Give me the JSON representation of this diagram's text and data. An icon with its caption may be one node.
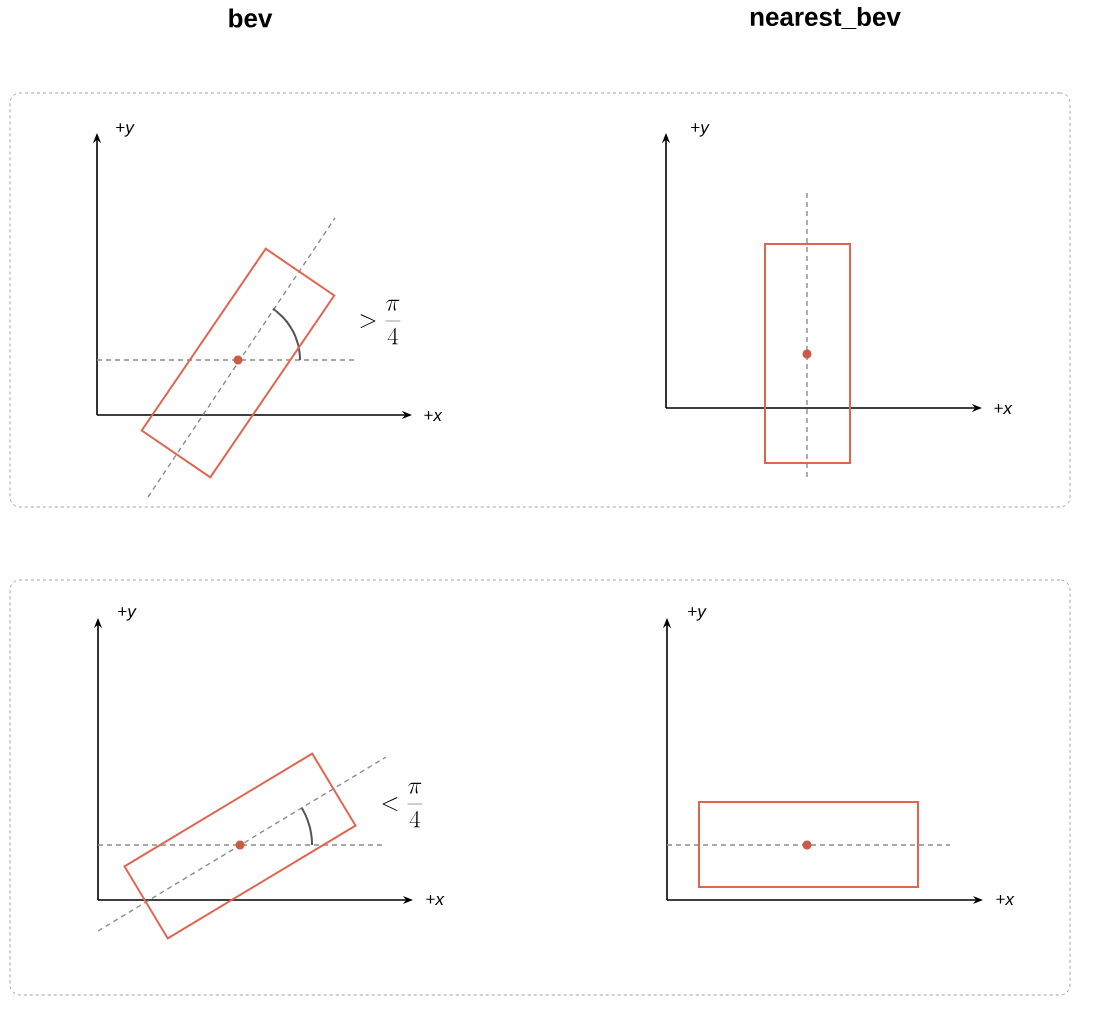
{
  "diagram": {
    "nodes": [
      {
        "text": [],
        "shape": "box"
      },
      {
        "text": [],
        "shape": "box",
        "in": 0
      },
      {
        "text": [],
        "shape": "box",
        "in": 0
      },
      {
        "text": [],
        "shape": "box"
      },
      {
        "text": [],
        "shape": "box",
        "in": 3
      },
      {
        "text": [],
        "shape": "box",
        "in": 3
      }
    ],
    "edges": [],
    "labels": [
      "bev",
      "nearest_bev",
      "+*y*",
      "+*y*",
      "> \\frac{\\pi}{4}",
      "+*x*",
      "+*x*",
      "+*y*",
      "+*y*",
      "< \\frac{\\pi}{4}",
      "+*x*",
      "+*x*"
    ]
  }
}
